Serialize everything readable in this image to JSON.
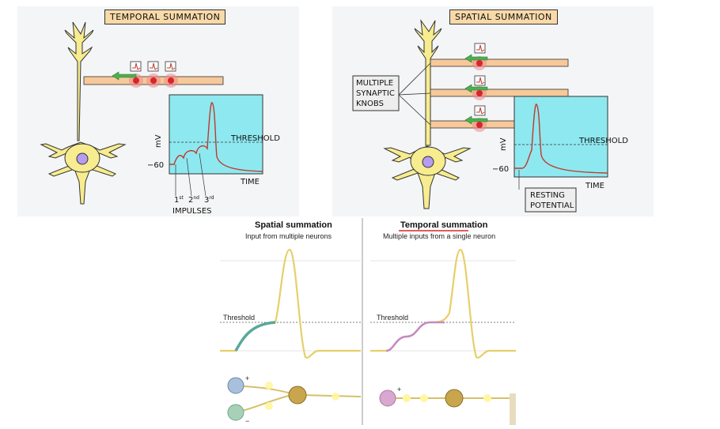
{
  "top_left": {
    "title": "TEMPORAL  SUMMATION",
    "threshold": "THRESHOLD",
    "y_unit": "mV",
    "y_tick": "−60",
    "x_label": "TIME",
    "impulse_1": "1",
    "impulse_1_sup": "st",
    "impulse_2": "2",
    "impulse_2_sup": "nd",
    "impulse_3": "3",
    "impulse_3_sup": "rd",
    "impulses": "IMPULSES"
  },
  "top_right": {
    "title": "SPATIAL  SUMMATION",
    "knobs_line1": "MULTIPLE",
    "knobs_line2": "SYNAPTIC",
    "knobs_line3": "KNOBS",
    "threshold": "THRESHOLD",
    "y_unit": "mV",
    "y_tick": "−60",
    "x_label": "TIME",
    "resting_line1": "RESTING",
    "resting_line2": "POTENTIAL"
  },
  "bottom_left": {
    "title": "Spatial summation",
    "subtitle": "Input from multiple neurons",
    "threshold": "Threshold",
    "plus": "+",
    "minus": "−"
  },
  "bottom_right": {
    "title": "Temporal summation",
    "subtitle": "Multiple inputs from a single neuron",
    "threshold": "Threshold",
    "plus": "+"
  },
  "colors": {
    "graph_bg": "#8ee8f0",
    "trace": "#c0392b",
    "axon": "#f6c89a",
    "neuron": "#f7ec8f",
    "nucleus": "#b69cf0",
    "ap_yellow": "#e8cf68",
    "spatial_green": "#5aa89a",
    "temporal_pink": "#c68ac0"
  }
}
